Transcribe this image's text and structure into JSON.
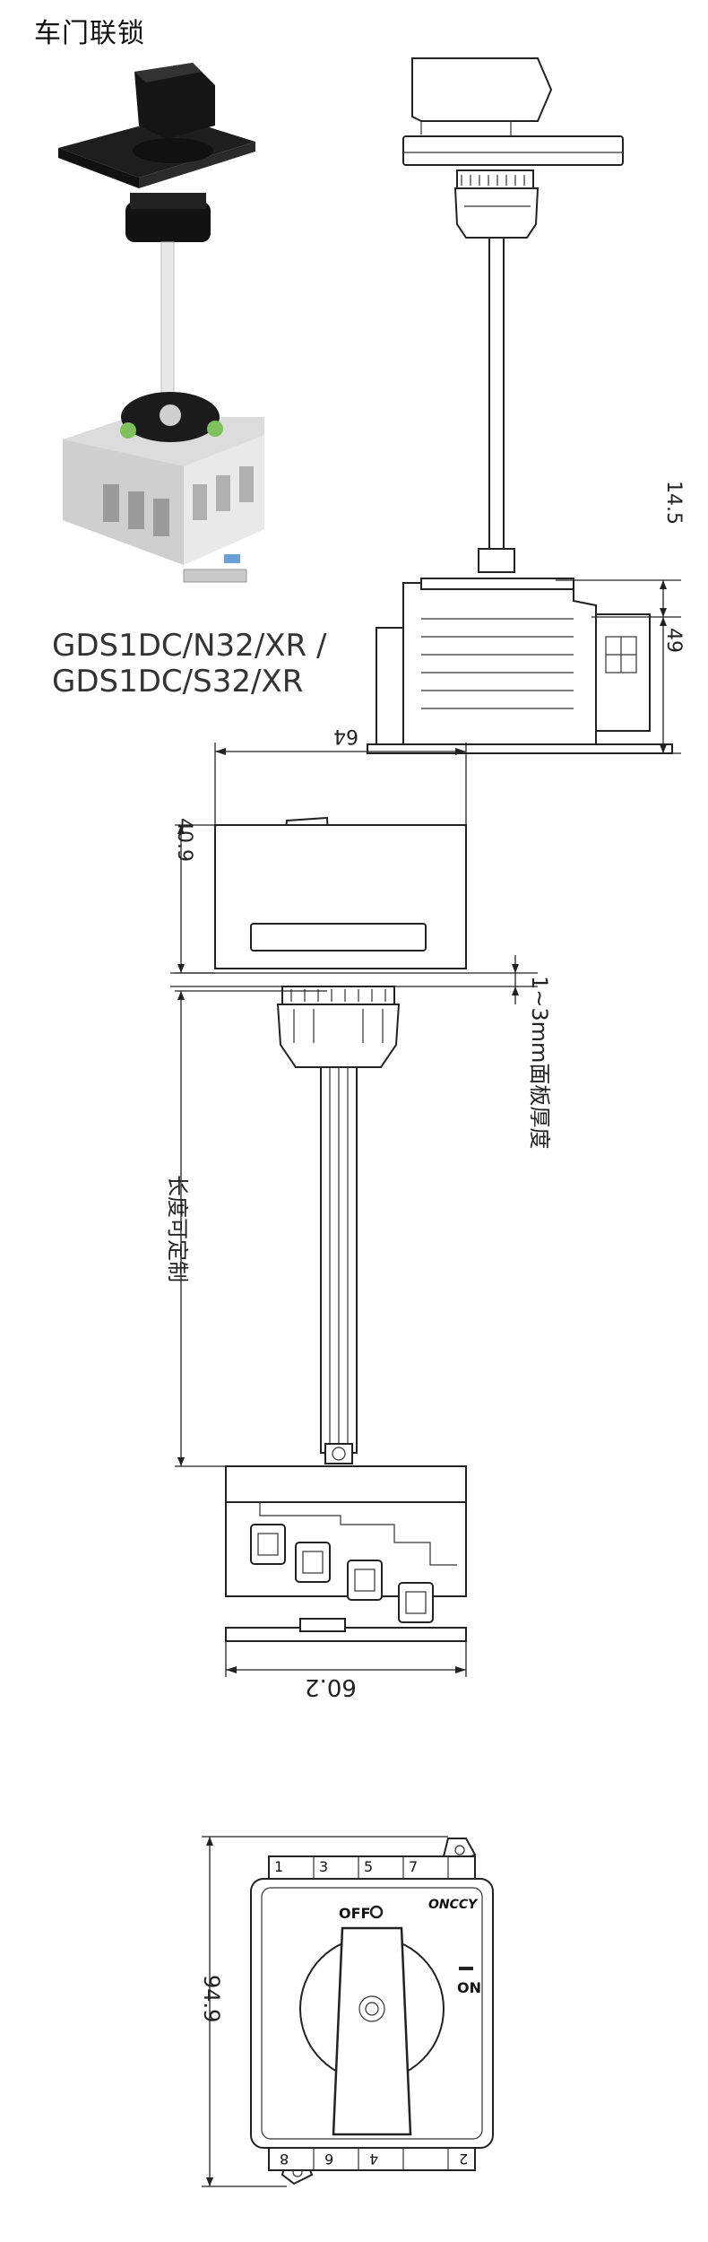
{
  "title": "车门联锁",
  "models": [
    "GDS1DC/N32/XR  /",
    "GDS1DC/S32/XR"
  ],
  "side_view_dims": {
    "upper": "14.5",
    "lower": "49"
  },
  "front_view_dims": {
    "width": "64",
    "height": "40.9",
    "panel": "1~3mm面板厚度",
    "shaft": "长度可定制",
    "base_width": "60.2"
  },
  "top_view": {
    "height": "94.9",
    "off_label": "OFF",
    "on_label": "ON",
    "brand": "ONCCY",
    "terminals_top": [
      "1",
      "3",
      "5",
      "7"
    ],
    "terminals_bottom": [
      "8",
      "6",
      "4",
      "2"
    ]
  },
  "colors": {
    "handle": "#1a1a1a",
    "body": "#d9d9d9",
    "accent": "#7fc15a",
    "line": "#222222"
  }
}
